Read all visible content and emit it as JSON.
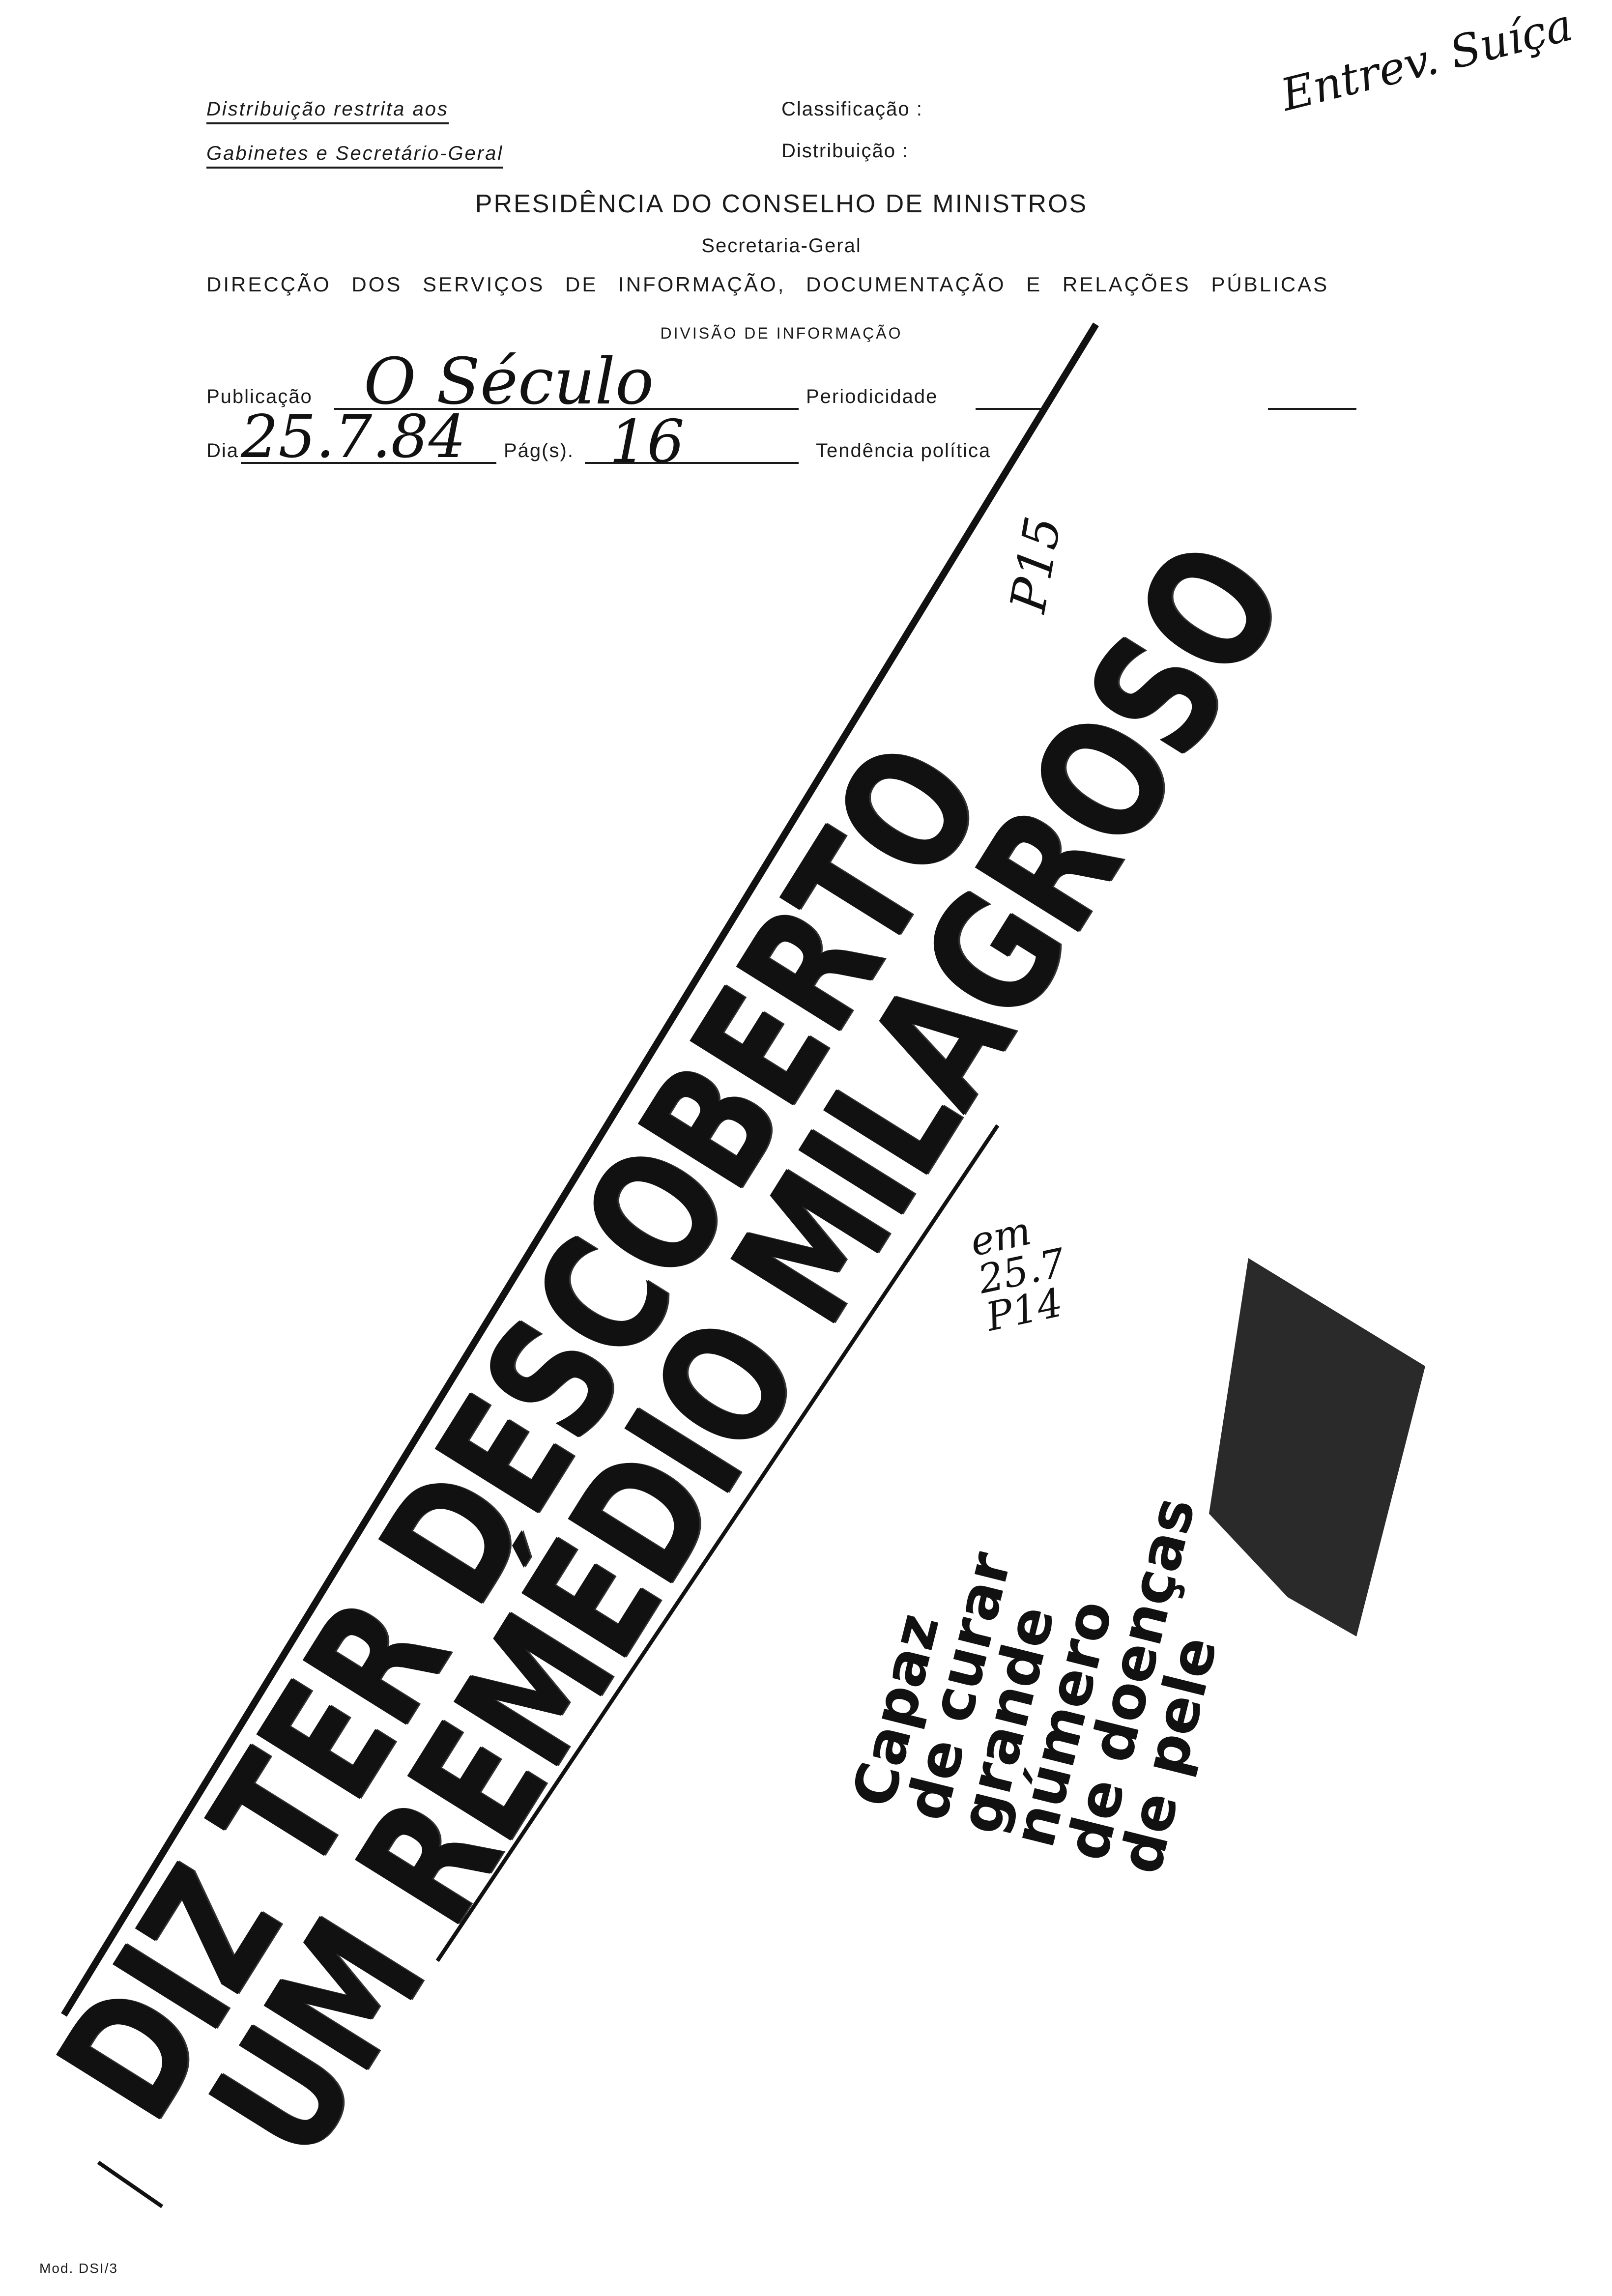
{
  "header": {
    "distribution_line1": "Distribuição restrita aos",
    "distribution_line2": "Gabinetes e Secretário-Geral",
    "classificacao_label": "Classificação :",
    "distribuicao_label": "Distribuição :",
    "title": "PRESIDÊNCIA DO CONSELHO DE MINISTROS",
    "subtitle": "Secretaria-Geral",
    "direccao": "DIRECÇÃO DOS SERVIÇOS DE INFORMAÇÃO, DOCUMENTAÇÃO E RELAÇÕES PÚBLICAS",
    "divisao": "DIVISÃO DE INFORMAÇÃO"
  },
  "form": {
    "publicacao_label": "Publicação",
    "publicacao_value": "O Século",
    "periodicidade_label": "Periodicidade",
    "dia_label": "Dia",
    "dia_value": "25.7.84",
    "pags_label": "Pág(s).",
    "pags_value": "16",
    "tendencia_label": "Tendência política"
  },
  "annotations": {
    "top_right": "Entrev. Suíça",
    "margin_note": "P15",
    "middle_note_1": "em",
    "middle_note_2": "25.7",
    "middle_note_3": "P14"
  },
  "article": {
    "headline_1": "DIZ TER DESCOBERTO",
    "headline_2": "UM REMÉDIO MILAGROSO",
    "subheadline_lines": [
      "Capaz",
      "de curar",
      "grande",
      "número",
      "de doenças",
      "de pele"
    ]
  },
  "footer": {
    "form_code": "Mod. DSI/3"
  }
}
